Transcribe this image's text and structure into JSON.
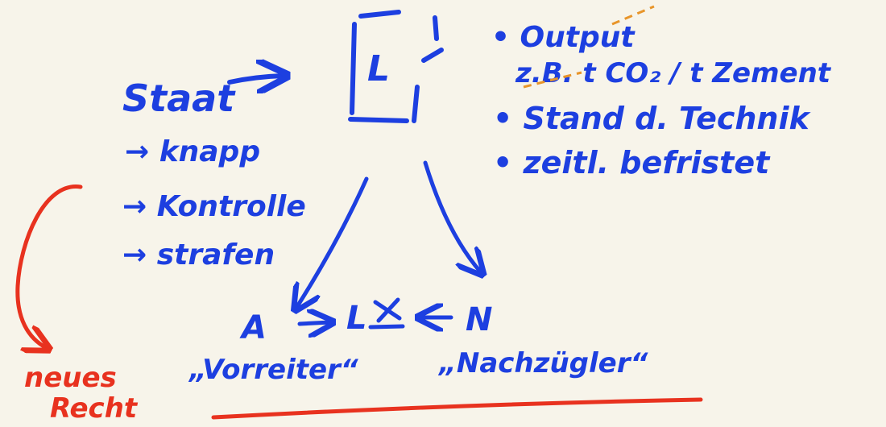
{
  "colors": {
    "ink_blue": "#1d3fe0",
    "ink_red": "#e8321f",
    "ink_orange": "#e8952a",
    "background": "#f7f4ea"
  },
  "labels": {
    "state": "Staat",
    "state_items": [
      "→ knapp",
      "→ Kontrolle",
      "→ strafen"
    ],
    "box_letter": "L",
    "bullet_output": "• Output",
    "bullet_output_detail": "z.B. t CO₂ / t Zement",
    "bullet_tech": "• Stand d. Technik",
    "bullet_limited": "• zeitl. befristet",
    "node_a": "A",
    "node_lx": "L",
    "node_n": "N",
    "caption_a": "„Vorreiter“",
    "caption_n": "„Nachzügler“",
    "red_note_line1": "neues",
    "red_note_line2": "Recht"
  }
}
